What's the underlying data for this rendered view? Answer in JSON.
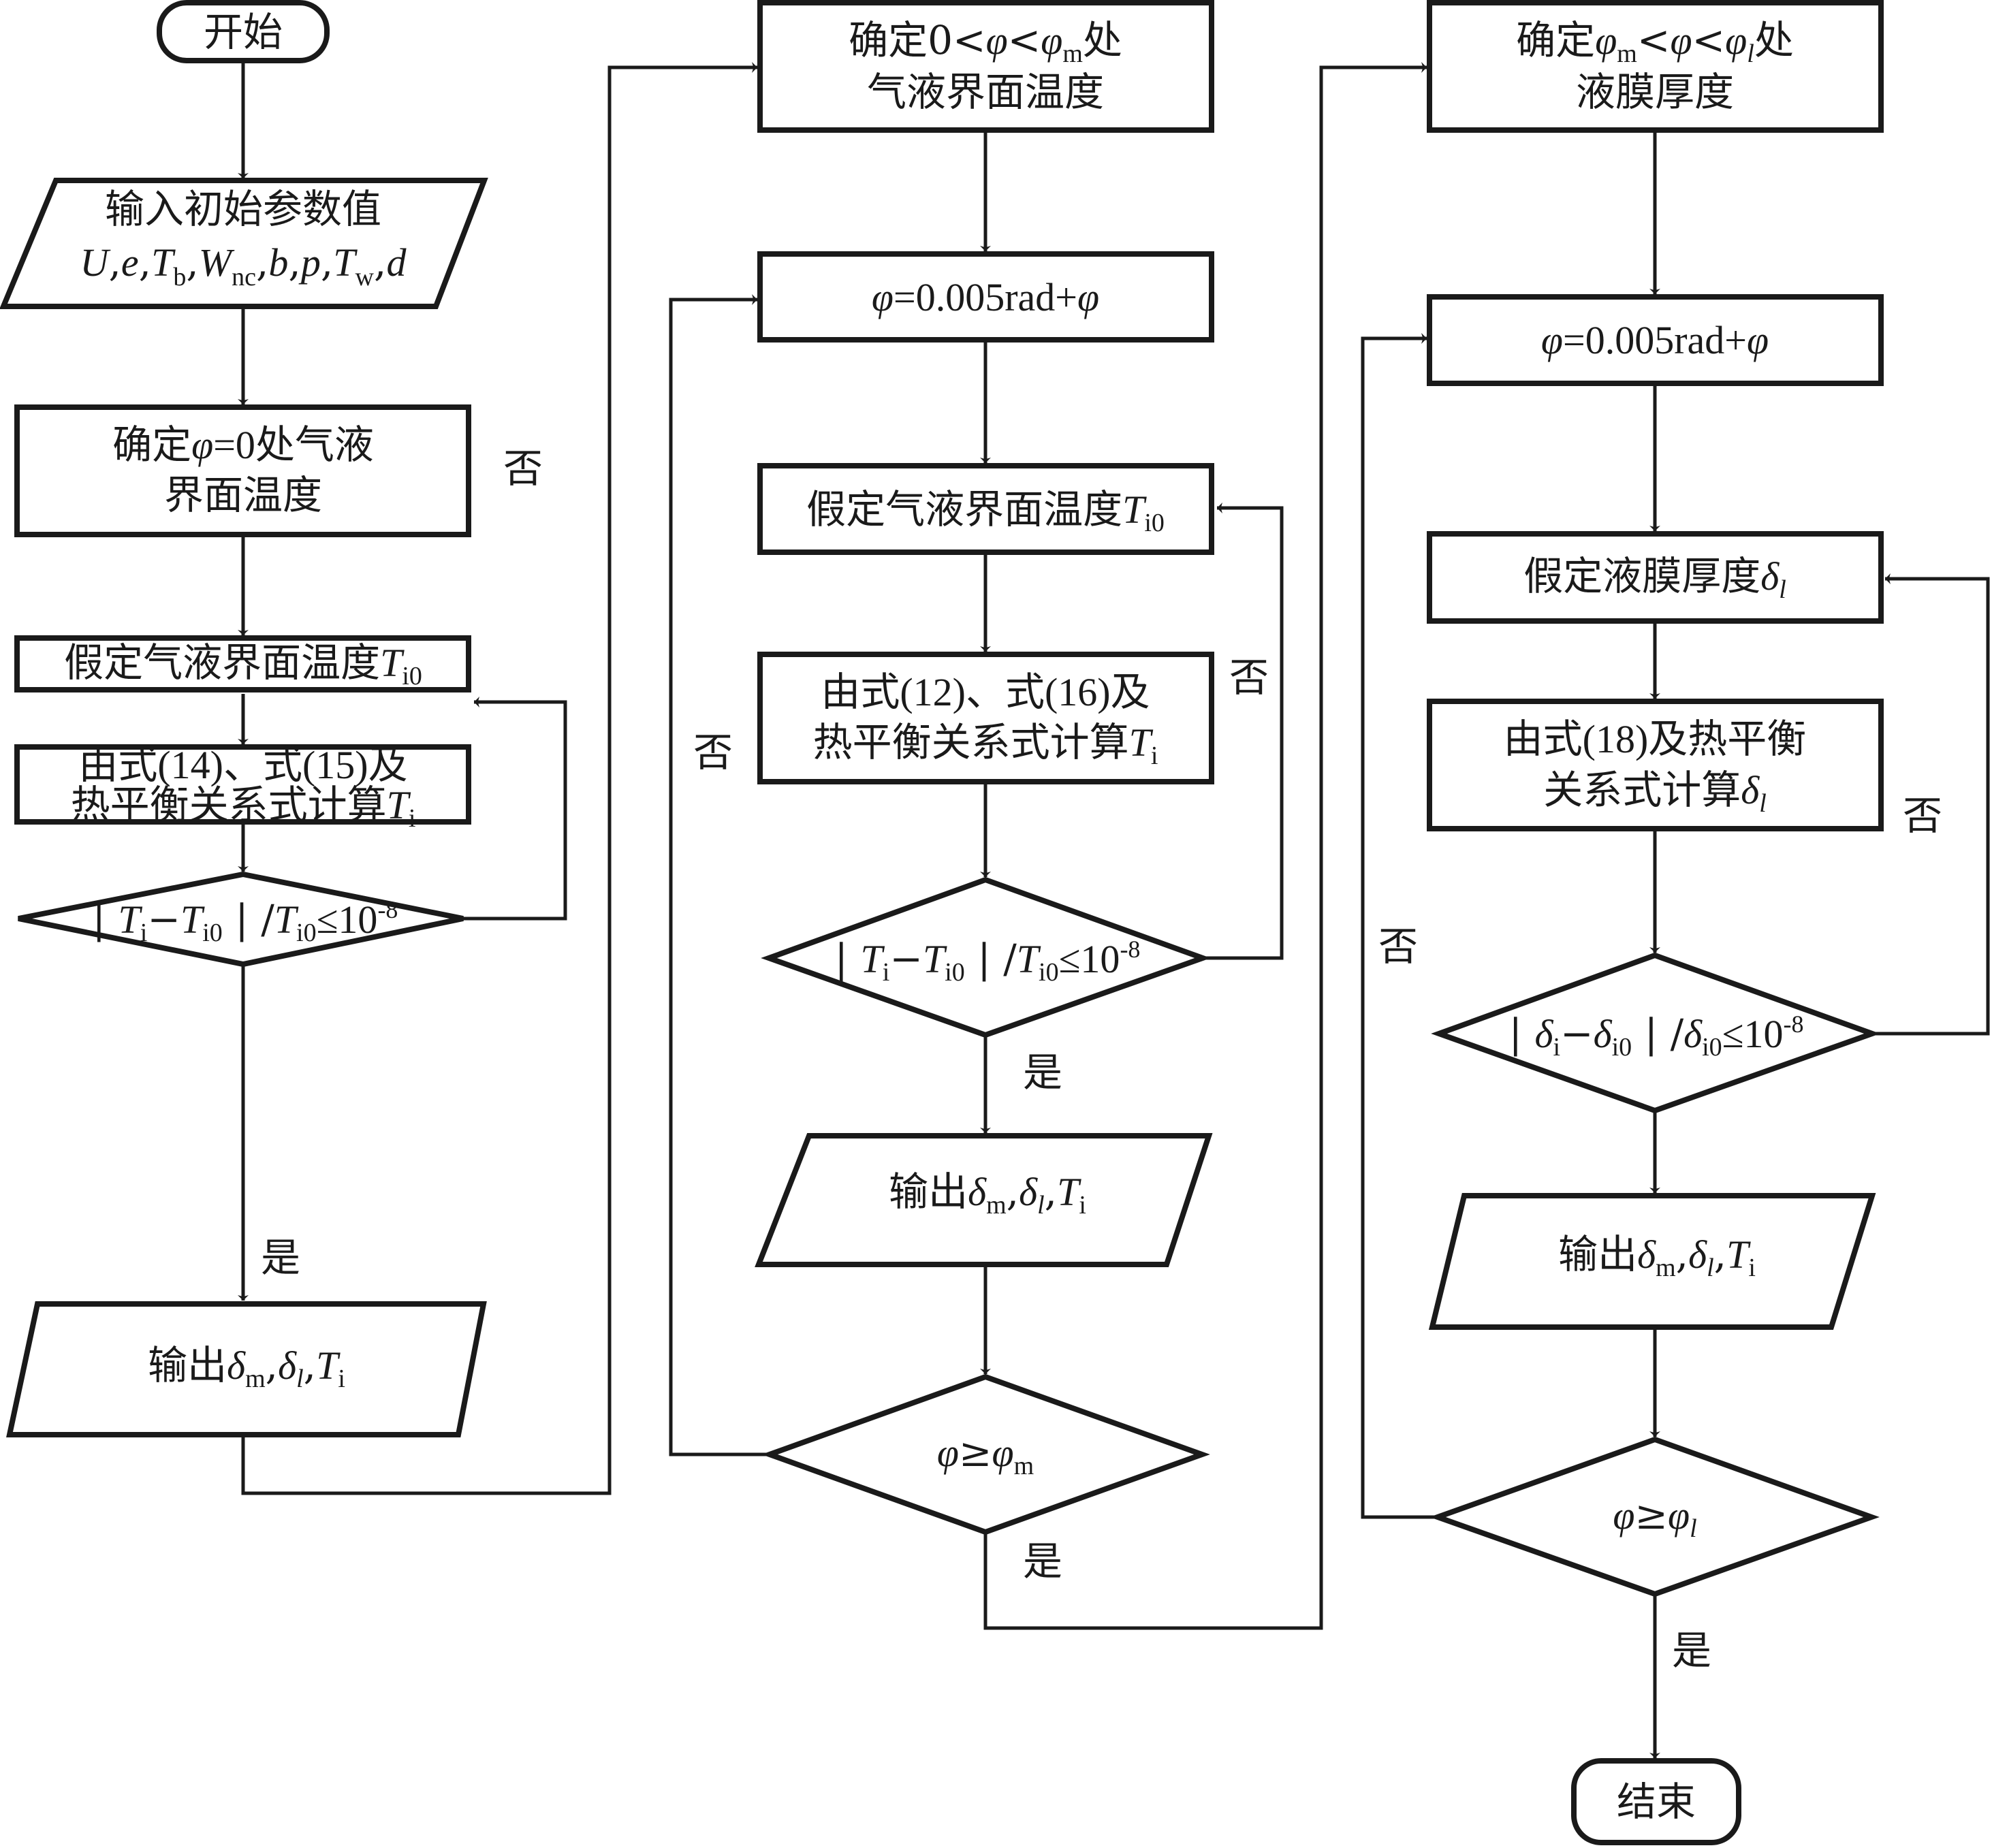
{
  "diagram": {
    "type": "flowchart",
    "columns": [
      {
        "name": "phi-zero-stage",
        "nodes": {
          "start": {
            "shape": "terminator",
            "text": "开始"
          },
          "input": {
            "shape": "io",
            "line1": "输入初始参数值",
            "line2_parts": [
              "U",
              ",",
              "e",
              ",",
              "T",
              "b",
              ",",
              "W",
              "nc",
              ",",
              "b",
              ",",
              "p",
              ",",
              "T",
              "w",
              ",",
              "d"
            ]
          },
          "determine": {
            "shape": "process",
            "line1_prefix": "确定",
            "line1_var": "φ",
            "line1_suffix": "=0处气液",
            "line2": "界面温度"
          },
          "assume": {
            "shape": "process",
            "prefix": "假定气液界面温度",
            "var": "T",
            "sub": "i0"
          },
          "compute": {
            "shape": "process",
            "line1": "由式(14)、式(15)及",
            "line2_prefix": "热平衡关系式计算",
            "line2_var": "T",
            "line2_sub": "i"
          },
          "check": {
            "shape": "decision",
            "bar1": "|",
            "v1": "T",
            "s1": "i",
            "minus": "−",
            "v2": "T",
            "s2": "i0",
            "bar2": "|",
            "slash": "/",
            "v3": "T",
            "s3": "i0",
            "le": "≤10",
            "exp": "-8"
          },
          "output": {
            "shape": "io",
            "prefix": "输出",
            "v1": "δ",
            "s1": "m",
            "v2": "δ",
            "s2": "l",
            "v3": "T",
            "s3": "i"
          }
        },
        "edge_labels": {
          "no": "否",
          "yes": "是"
        }
      },
      {
        "name": "phi-to-phim-stage",
        "nodes": {
          "determine": {
            "shape": "process",
            "line1_prefix": "确定0<",
            "line1_var1": "φ",
            "line1_mid": "<",
            "line1_var2": "φ",
            "line1_sub": "m",
            "line1_suffix": "处",
            "line2": "气液界面温度"
          },
          "increment": {
            "shape": "process",
            "v1": "φ",
            "expr": "=0.005rad+",
            "v2": "φ"
          },
          "assume": {
            "shape": "process",
            "prefix": "假定气液界面温度",
            "var": "T",
            "sub": "i0"
          },
          "compute": {
            "shape": "process",
            "line1": "由式(12)、式(16)及",
            "line2_prefix": "热平衡关系式计算",
            "line2_var": "T",
            "line2_sub": "i"
          },
          "check": {
            "shape": "decision",
            "bar1": "|",
            "v1": "T",
            "s1": "i",
            "minus": "−",
            "v2": "T",
            "s2": "i0",
            "bar2": "|",
            "slash": "/",
            "v3": "T",
            "s3": "i0",
            "le": "≤10",
            "exp": "-8"
          },
          "output": {
            "shape": "io",
            "prefix": "输出",
            "v1": "δ",
            "s1": "m",
            "v2": "δ",
            "s2": "l",
            "v3": "T",
            "s3": "i"
          },
          "loop_check": {
            "shape": "decision",
            "v1": "φ",
            "ge": "≥",
            "v2": "φ",
            "sub": "m"
          }
        },
        "edge_labels": {
          "no_inner": "否",
          "no_outer": "否",
          "yes_inner": "是",
          "yes_outer": "是"
        }
      },
      {
        "name": "phim-to-phil-stage",
        "nodes": {
          "determine": {
            "shape": "process",
            "line1_prefix": "确定",
            "line1_var1": "φ",
            "line1_sub1": "m",
            "line1_mid": "<",
            "line1_var2": "φ",
            "line1_mid2": "<",
            "line1_var3": "φ",
            "line1_sub3": "l",
            "line1_suffix": "处",
            "line2": "液膜厚度"
          },
          "increment": {
            "shape": "process",
            "v1": "φ",
            "expr": "=0.005rad+",
            "v2": "φ"
          },
          "assume": {
            "shape": "process",
            "prefix": "假定液膜厚度",
            "var": "δ",
            "sub": "l"
          },
          "compute": {
            "shape": "process",
            "line1": "由式(18)及热平衡",
            "line2_prefix": "关系式计算",
            "line2_var": "δ",
            "line2_sub": "l"
          },
          "check": {
            "shape": "decision",
            "bar1": "|",
            "v1": "δ",
            "s1": "i",
            "minus": "−",
            "v2": "δ",
            "s2": "i0",
            "bar2": "|",
            "slash": "/",
            "v3": "δ",
            "s3": "i0",
            "le": "≤10",
            "exp": "-8"
          },
          "output": {
            "shape": "io",
            "prefix": "输出",
            "v1": "δ",
            "s1": "m",
            "v2": "δ",
            "s2": "l",
            "v3": "T",
            "s3": "i"
          },
          "loop_check": {
            "shape": "decision",
            "v1": "φ",
            "ge": "≥",
            "v2": "φ",
            "sub": "l"
          },
          "end": {
            "shape": "terminator",
            "text": "结束"
          }
        },
        "edge_labels": {
          "no_inner": "否",
          "no_outer": "否",
          "yes": "是"
        }
      }
    ]
  }
}
